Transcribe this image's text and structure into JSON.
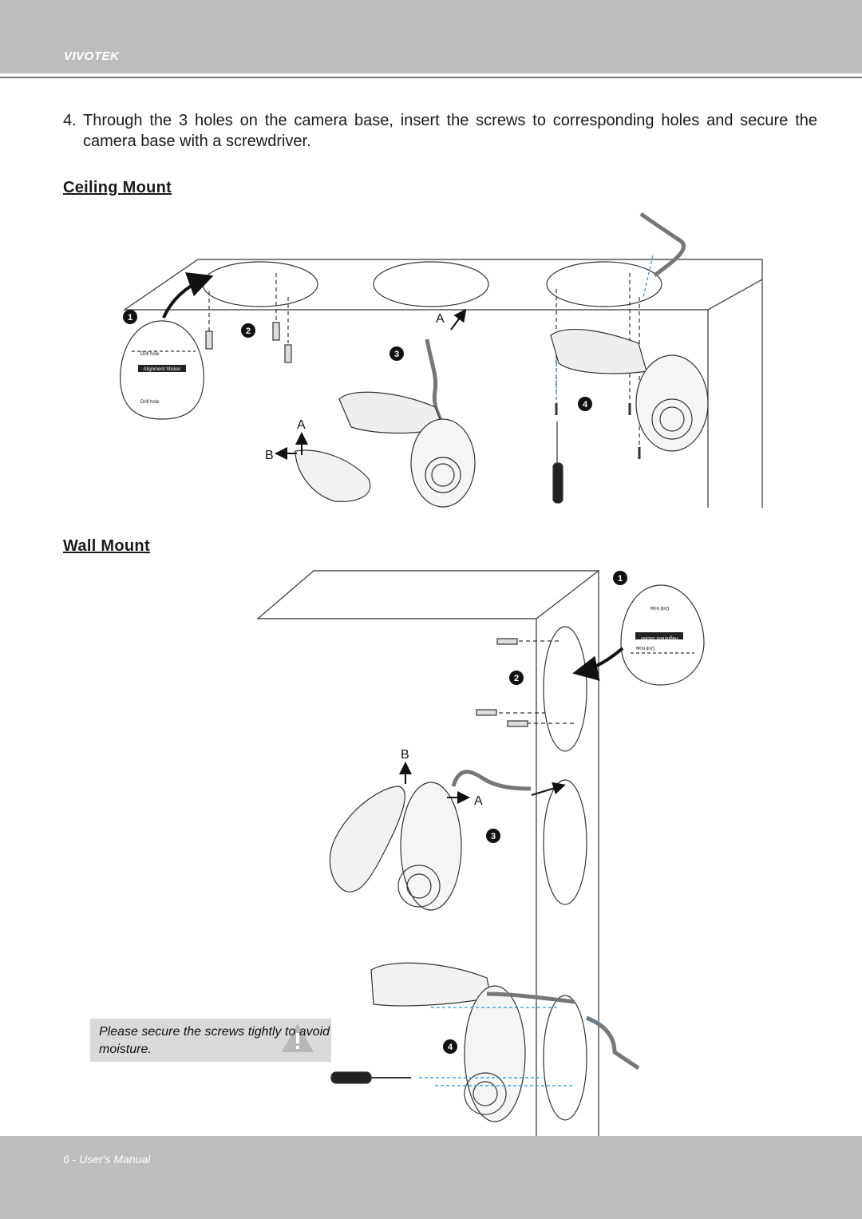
{
  "header": {
    "brand": "VIVOTEK"
  },
  "step": {
    "number": "4.",
    "text": "Through the 3 holes on the camera base, insert the screws to corresponding holes and secure the camera base with a screwdriver."
  },
  "ceiling": {
    "title": "Ceiling Mount",
    "labels": {
      "a1": "A",
      "a2": "A",
      "b": "B"
    },
    "steps": [
      "1",
      "2",
      "3",
      "4"
    ],
    "template": {
      "drill_hole": "Drill hole",
      "sticker": "Alignment Sticker",
      "drill_holes": "Drill hole"
    }
  },
  "wall": {
    "title": "Wall Mount",
    "labels": {
      "b": "B",
      "a": "A"
    },
    "steps": [
      "1",
      "2",
      "3",
      "4"
    ],
    "template": {
      "drill_hole": "Drill hole",
      "sticker": "Alignment Sticker",
      "drill_holes": "Drill hole"
    }
  },
  "note": {
    "text": "Please secure the screws tightly to avoid moisture."
  },
  "footer": {
    "page": "6 - User's Manual"
  },
  "colors": {
    "bar": "#bdbdbd",
    "rule": "#7a7a7a",
    "dash_blue": "#2b8fd6"
  }
}
